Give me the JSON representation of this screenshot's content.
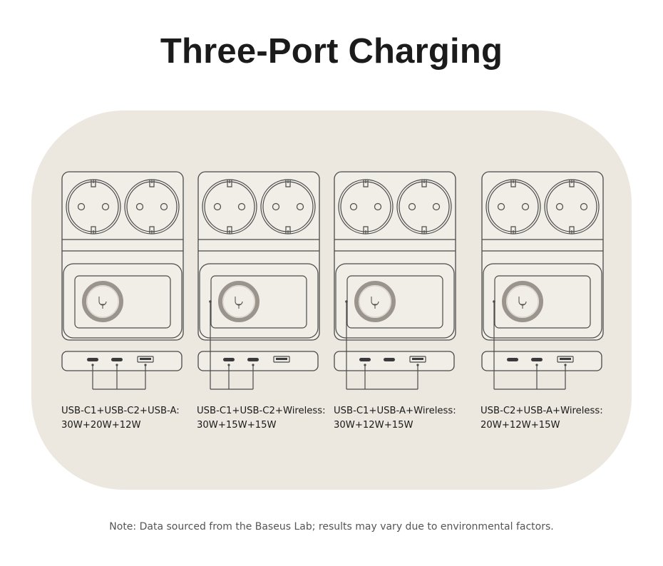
{
  "title": "Three-Port Charging",
  "configs": [
    {
      "combo": "USB-C1+USB-C2+USB-A:",
      "power": "30W+20W+12W",
      "ports": [
        "c1",
        "c2",
        "a"
      ],
      "wireless": false
    },
    {
      "combo": "USB-C1+USB-C2+Wireless:",
      "power": "30W+15W+15W",
      "ports": [
        "c1",
        "c2"
      ],
      "wireless": true
    },
    {
      "combo": "USB-C1+USB-A+Wireless:",
      "power": "30W+12W+15W",
      "ports": [
        "c1",
        "a"
      ],
      "wireless": true
    },
    {
      "combo": "USB-C2+USB-A+Wireless:",
      "power": "20W+12W+15W",
      "ports": [
        "c2",
        "a"
      ],
      "wireless": true
    }
  ],
  "note": "Note: Data sourced from the Baseus Lab; results may vary due to environmental factors.",
  "colors": {
    "panel": "#ece8df",
    "line": "#4a4a4a",
    "device": "#f1eee8",
    "ring": "#9a948c"
  },
  "icons": [
    "eu-socket-icon",
    "wireless-charger-icon",
    "usb-c-port-icon",
    "usb-a-port-icon"
  ]
}
